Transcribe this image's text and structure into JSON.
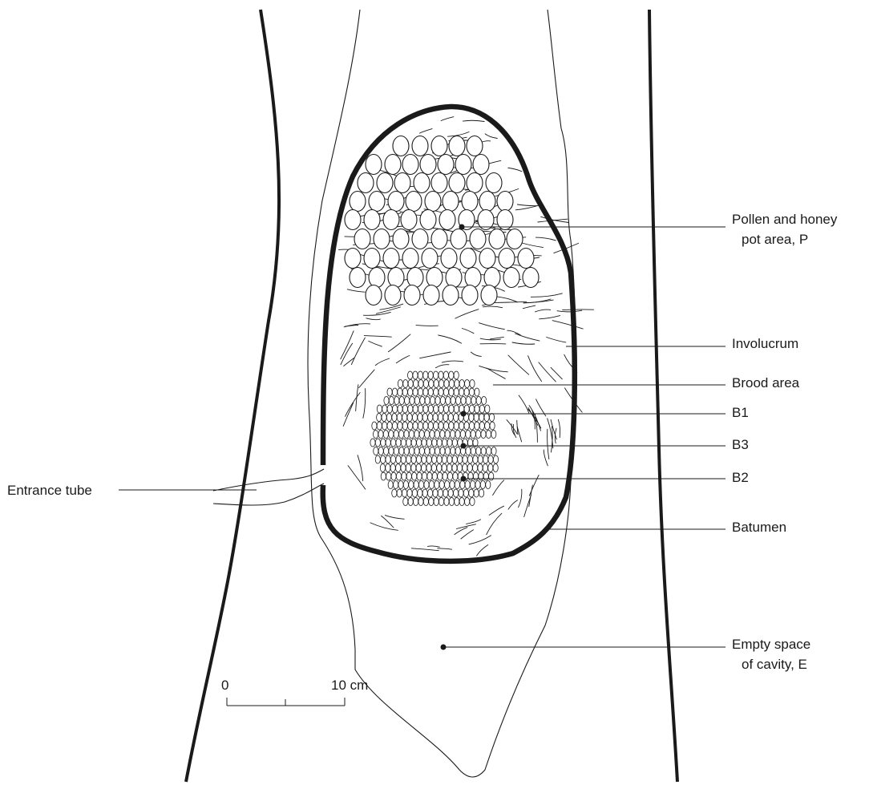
{
  "labels": {
    "pollen_line1": "Pollen and honey",
    "pollen_line2": "pot area, P",
    "involucrum": "Involucrum",
    "brood_area": "Brood area",
    "b1": "B1",
    "b3": "B3",
    "b2": "B2",
    "batumen": "Batumen",
    "empty_line1": "Empty space",
    "empty_line2": "of cavity, E",
    "entrance_tube": "Entrance tube"
  },
  "scale_bar": {
    "zero_label": "0",
    "end_label": "10 cm"
  },
  "colors": {
    "ink": "#1a1a1a",
    "background": "#ffffff"
  }
}
